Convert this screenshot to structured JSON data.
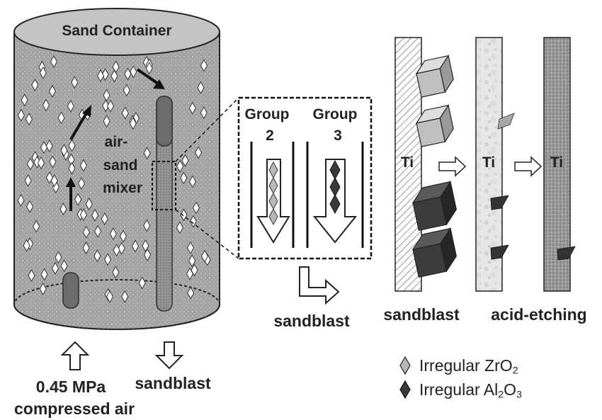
{
  "container": {
    "title": "Sand Container",
    "mixer_label_1": "air-",
    "mixer_label_2": "sand",
    "mixer_label_3": "mixer"
  },
  "inlet": {
    "pressure": "0.45 MPa",
    "medium": "compressed air"
  },
  "outlet": {
    "label": "sandblast"
  },
  "zoom_box": {
    "group_word": "Group",
    "group_a": "2",
    "group_b": "3"
  },
  "flow_label": "sandblast",
  "surfaces": {
    "substrate": "Ti",
    "step_1": "sandblast",
    "step_2": "acid-etching"
  },
  "legend": [
    {
      "prefix": "Irregular ",
      "main": "ZrO",
      "sub1": "2",
      "mid": "",
      "sub2": "",
      "color": "#b8b8b8"
    },
    {
      "prefix": "Irregular ",
      "main": "Al",
      "sub1": "2",
      "mid": "O",
      "sub2": "3",
      "color": "#3a3a3a"
    }
  ],
  "colors": {
    "container_fill": "#9a9a9a",
    "container_top": "#c4c4c4",
    "zro2": "#b8b8b8",
    "al2o3": "#3a3a3a",
    "ink": "#222222"
  }
}
